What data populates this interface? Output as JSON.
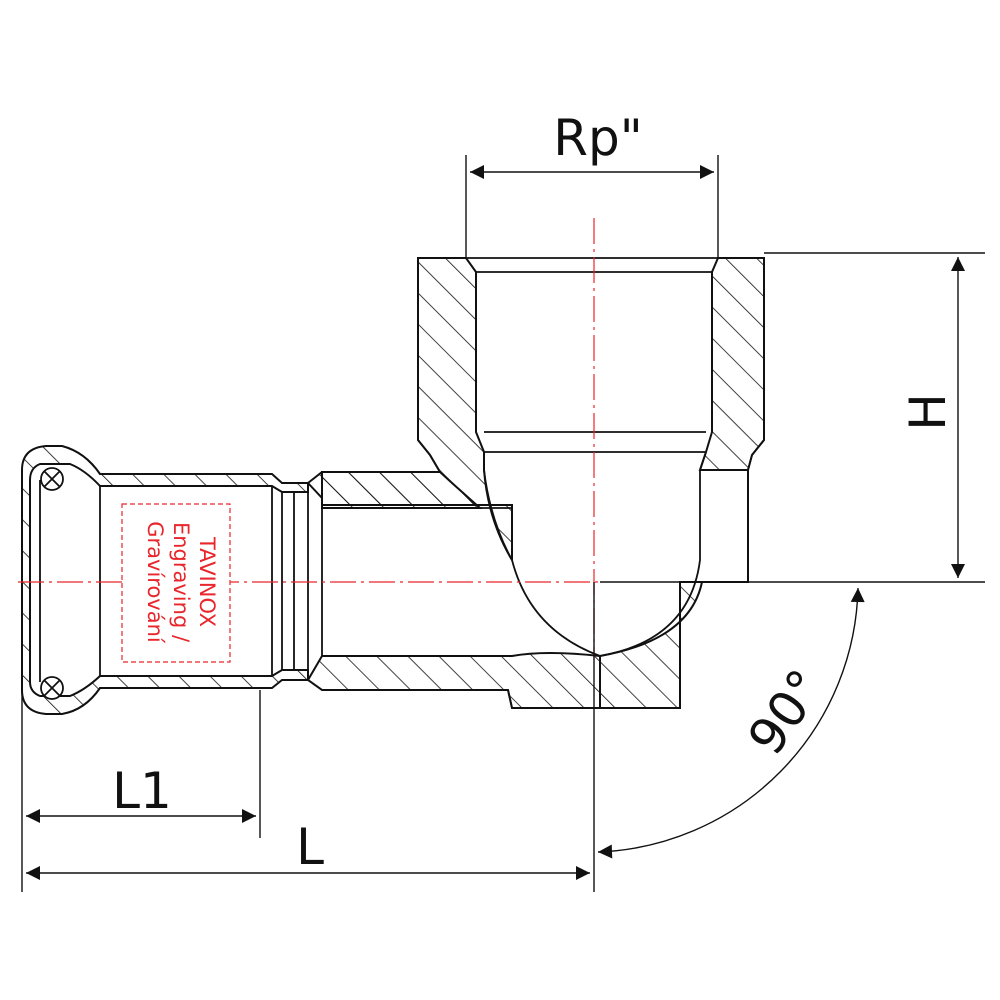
{
  "labels": {
    "thread": "Rp\"",
    "height": "H",
    "length_press": "L1",
    "length_total": "L",
    "angle": "90°"
  },
  "engraving": {
    "line1": "TAVINOX",
    "line2": "Engraving /",
    "line3": "Gravírování"
  },
  "colors": {
    "line": "#111111",
    "accent": "#e8262b"
  }
}
